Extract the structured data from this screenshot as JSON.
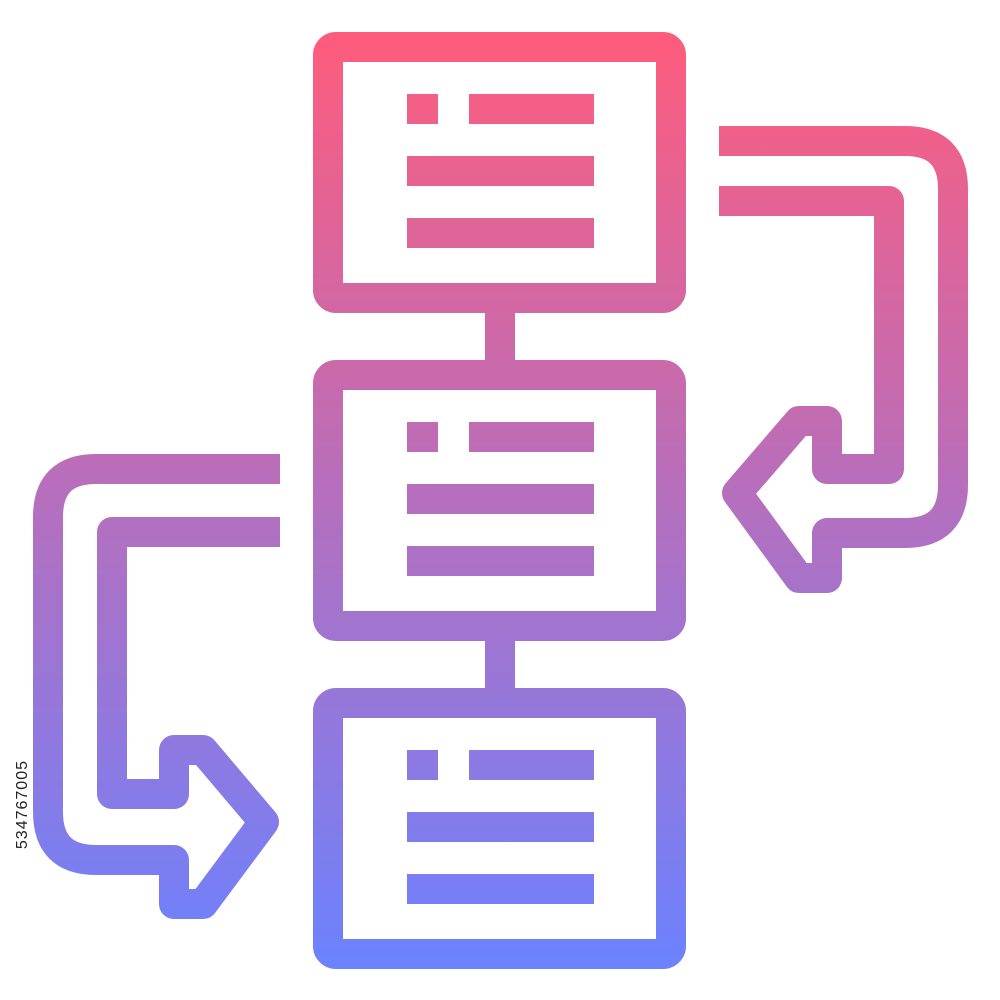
{
  "icon": {
    "name": "workflow-flowchart-icon",
    "gradient": {
      "top_color": "#ff5c7c",
      "bottom_color": "#6b82ff"
    },
    "nodes": [
      {
        "id": "top",
        "lines": 3
      },
      {
        "id": "middle",
        "lines": 3
      },
      {
        "id": "bottom",
        "lines": 3
      }
    ]
  },
  "stock_id": "534767005"
}
